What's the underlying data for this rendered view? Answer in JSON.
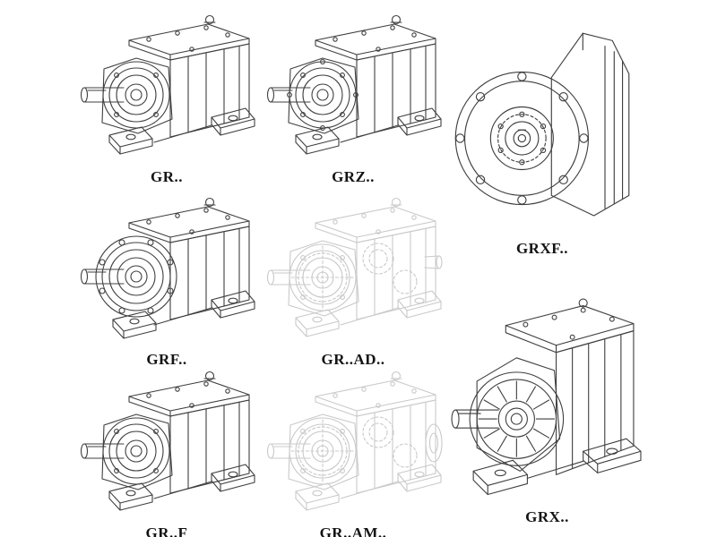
{
  "page": {
    "background": "#ffffff",
    "colors": {
      "bg": "#ffffff",
      "line": "#3f3f3f",
      "faded": "#c9c9c9",
      "label": "#141414"
    }
  },
  "figures": [
    {
      "id": "gr",
      "label": "GR..",
      "drawing": "helical-gearbox-foot-mounted-isometric",
      "style": "solid"
    },
    {
      "id": "grz",
      "label": "GRZ..",
      "drawing": "helical-gearbox-foot-mounted-isometric",
      "style": "solid"
    },
    {
      "id": "grxf",
      "label": "GRXF..",
      "drawing": "helical-gearbox-flange-front-view",
      "style": "solid"
    },
    {
      "id": "grf",
      "label": "GRF..",
      "drawing": "helical-gearbox-flange-mounted-isometric",
      "style": "solid"
    },
    {
      "id": "grad",
      "label": "GR..AD..",
      "drawing": "helical-gearbox-input-adapter-ghosted",
      "style": "faded"
    },
    {
      "id": "grx",
      "label": "GRX..",
      "drawing": "helical-gearbox-large-foot-mounted",
      "style": "solid"
    },
    {
      "id": "grf2",
      "label": "GR..F",
      "drawing": "helical-gearbox-foot-mounted-isometric",
      "style": "solid"
    },
    {
      "id": "gram",
      "label": "GR..AM..",
      "drawing": "helical-gearbox-motor-flange-ghosted",
      "style": "faded"
    }
  ]
}
